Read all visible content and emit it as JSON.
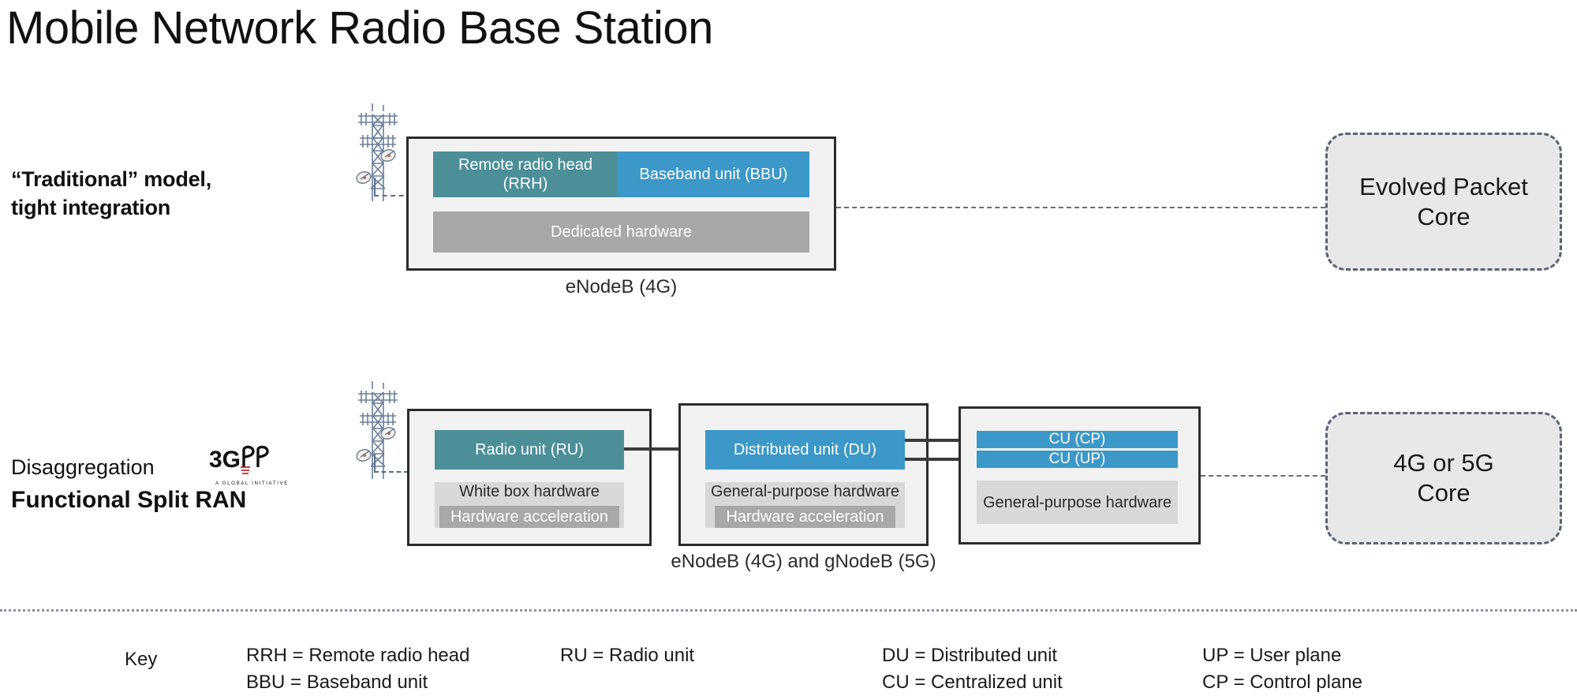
{
  "page_title": "Mobile Network Radio Base Station",
  "rows": {
    "traditional": {
      "label_line1": "“Traditional” model,",
      "label_line2": "tight integration",
      "caption": "eNodeB (4G)",
      "blocks": {
        "rrh": "Remote radio head\n(RRH)",
        "rrh_line1": "Remote radio head",
        "rrh_line2": "(RRH)",
        "bbu": "Baseband unit (BBU)",
        "hardware": "Dedicated hardware"
      },
      "core": {
        "line1": "Evolved Packet",
        "line2": "Core"
      }
    },
    "disaggregation": {
      "label_line1": "Disaggregation",
      "label_line2": "Functional Split RAN",
      "logo_text": "3G",
      "logo_sub": "A GLOBAL INITIATIVE",
      "caption": "eNodeB (4G) and gNodeB (5G)",
      "ru": {
        "title": "Radio unit (RU)",
        "hw_title": "White box hardware",
        "hw_accel": "Hardware acceleration"
      },
      "du": {
        "title": "Distributed unit (DU)",
        "hw_title": "General-purpose hardware",
        "hw_accel": "Hardware acceleration"
      },
      "cu": {
        "cp": "CU (CP)",
        "up": "CU (UP)",
        "hw_title": "General-purpose hardware"
      },
      "core": {
        "line1": "4G or 5G",
        "line2": "Core"
      }
    }
  },
  "key": {
    "label": "Key",
    "columns": [
      {
        "line1": "RRH = Remote radio head",
        "line2": "BBU = Baseband unit"
      },
      {
        "line1": "RU = Radio unit",
        "line2": ""
      },
      {
        "line1": "DU = Distributed unit",
        "line2": "CU = Centralized unit"
      },
      {
        "line1": "UP = User plane",
        "line2": "CP = Control plane"
      }
    ]
  },
  "colors": {
    "teal": "#4c8f99",
    "blue": "#3b98c8",
    "gray": "#a8a8a8",
    "light_gray": "#d8d8d8",
    "enclosure_fill": "#f1f1f1",
    "enclosure_border": "#2b2b2b",
    "core_fill": "#e8e8e8",
    "core_border": "#5a6277"
  }
}
